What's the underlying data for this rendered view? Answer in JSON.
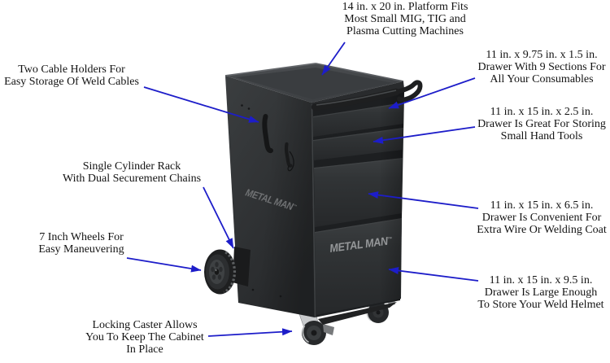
{
  "product": {
    "brand": "METAL MAN",
    "trademark": "™"
  },
  "annotations": {
    "platform": {
      "lines": [
        "14 in. x 20 in. Platform Fits",
        "Most Small MIG, TIG and",
        "Plasma Cutting Machines"
      ]
    },
    "cable_holders": {
      "lines": [
        "Two Cable Holders For",
        "Easy Storage Of Weld Cables"
      ]
    },
    "drawer_consumables": {
      "lines": [
        "11 in. x 9.75 in. x 1.5 in.",
        "Drawer With 9 Sections For",
        "All Your Consumables"
      ]
    },
    "drawer_hand_tools": {
      "lines": [
        "11 in. x 15 in. x 2.5 in.",
        "Drawer Is Great For Storing",
        "Small Hand Tools"
      ]
    },
    "cylinder_rack": {
      "lines": [
        "Single Cylinder Rack",
        "With Dual Securement Chains"
      ]
    },
    "wheels": {
      "lines": [
        "7 Inch Wheels For",
        "Easy Maneuvering"
      ]
    },
    "drawer_wire_coat": {
      "lines": [
        "11 in. x 15 in. x 6.5 in.",
        "Drawer Is Convenient For",
        "Extra Wire Or Welding Coat"
      ]
    },
    "drawer_helmet": {
      "lines": [
        "11 in. x 15 in. x 9.5 in.",
        "Drawer Is Large Enough",
        "To Store Your Weld Helmet"
      ]
    },
    "locking_caster": {
      "lines": [
        "Locking Caster Allows",
        "You To Keep The Cabinet",
        "In Place"
      ]
    }
  },
  "colors": {
    "arrow": "#1d1dc9",
    "text": "#131313",
    "cabinet_dark": "#1d1f21",
    "cabinet_mid": "#2e3032",
    "cabinet_light": "#45484b",
    "logo_front": "#96989a",
    "logo_side": "#707274"
  }
}
